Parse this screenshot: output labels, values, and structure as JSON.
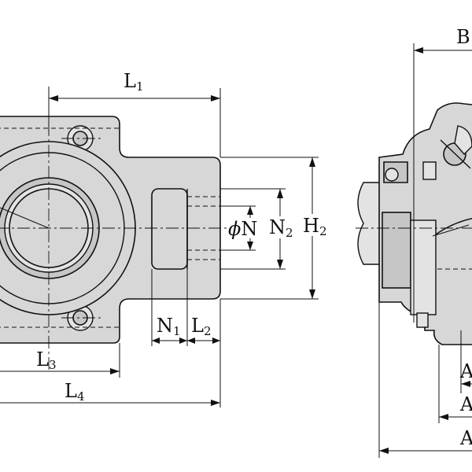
{
  "dimensions": {
    "L1": {
      "main": "L",
      "sub": "1"
    },
    "L2": {
      "main": "L",
      "sub": "2"
    },
    "L3": {
      "main": "L",
      "sub": "3"
    },
    "L4": {
      "main": "L",
      "sub": "4"
    },
    "N1": {
      "main": "N",
      "sub": "1"
    },
    "N2": {
      "main": "N",
      "sub": "2"
    },
    "H2": {
      "main": "H",
      "sub": "2"
    },
    "phiN": {
      "symbol": "ϕ",
      "main": "N"
    },
    "B": {
      "main": "B"
    },
    "A_upper": {
      "main": "A"
    },
    "A_middle": {
      "main": "A"
    },
    "A_lower": {
      "main": "A"
    }
  }
}
